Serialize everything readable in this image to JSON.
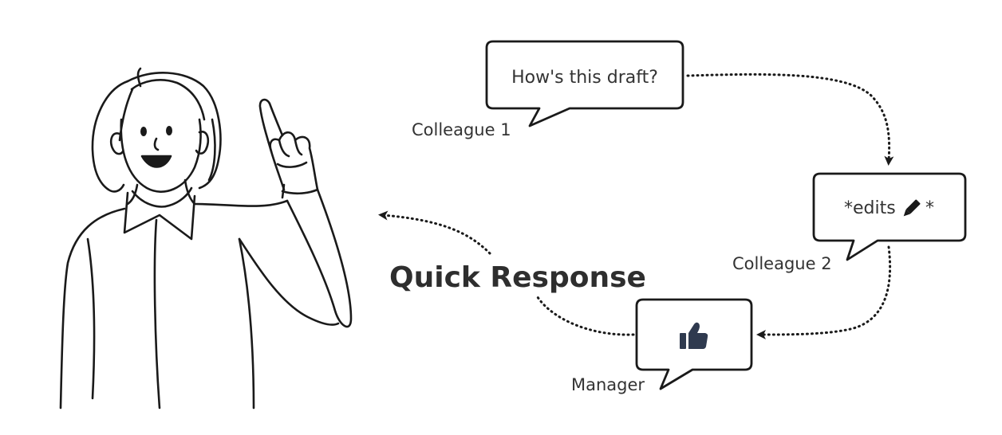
{
  "colors": {
    "ink": "#1a1a1a",
    "text": "#333333",
    "icon": "#2f3a4f",
    "background": "#ffffff"
  },
  "bubbles": {
    "colleague1": {
      "text": "How's this draft?",
      "speaker": "Colleague 1"
    },
    "colleague2": {
      "text_prefix": "*edits",
      "text_suffix": "*",
      "icon": "pencil-icon",
      "speaker": "Colleague 2"
    },
    "manager": {
      "icon": "thumbs-up-icon",
      "speaker": "Manager"
    }
  },
  "headline": "Quick Response",
  "illustration": {
    "subject": "woman-pointing-up"
  }
}
